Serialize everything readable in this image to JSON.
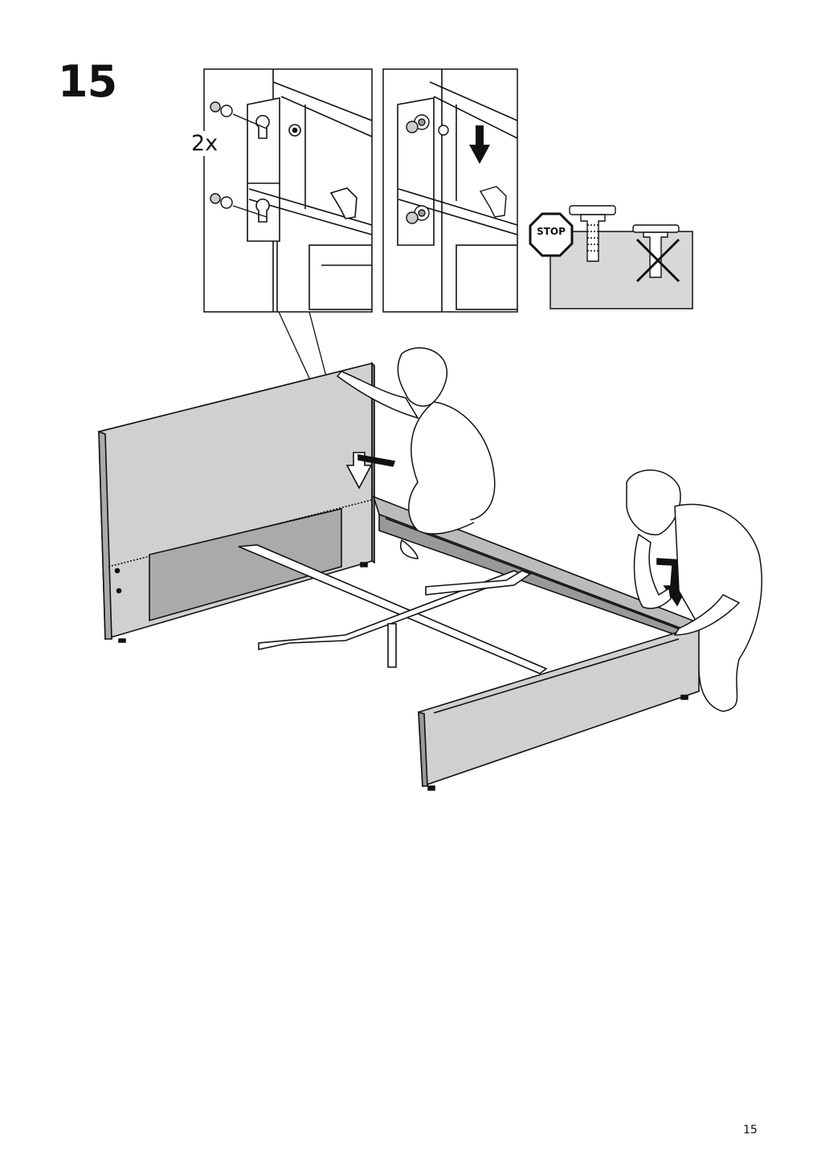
{
  "step": {
    "number": "15"
  },
  "detail": {
    "quantity": "2x"
  },
  "warning": {
    "sign_text": "STOP"
  },
  "page": {
    "number": "15"
  },
  "icons": [
    "keyhole-bracket",
    "screw",
    "down-arrow",
    "stop-sign",
    "cross-mark"
  ]
}
